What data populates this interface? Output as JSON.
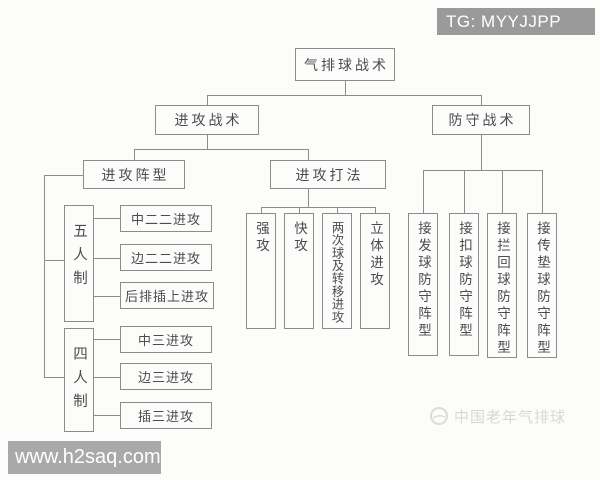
{
  "badge": {
    "label": "TG: MYYJJPP"
  },
  "watermark": {
    "url": "www.h2saq.com"
  },
  "footer_logo": {
    "label": "中国老年气排球"
  },
  "tree": {
    "root": "气排球战术",
    "attack": "进攻战术",
    "defense": "防守战术",
    "formation": "进攻阵型",
    "methods": "进攻打法",
    "five_system": "五人制",
    "four_system": "四人制",
    "five_items": [
      "中二二进攻",
      "边二二进攻",
      "后排插上进攻"
    ],
    "four_items": [
      "中三进攻",
      "边三进攻",
      "插三进攻"
    ],
    "method_items": [
      "强攻",
      "快攻",
      "两次球及转移进攻",
      "立体进攻"
    ],
    "defense_items": [
      "接发球防守阵型",
      "接扣球防守阵型",
      "接拦回球防守阵型",
      "接传垫球防守阵型"
    ]
  },
  "colors": {
    "line": "#8c8c8c",
    "node_text": "#4c4c50",
    "badge_bg": "#9a9a9a",
    "watermark_bg": "#a9a9a9",
    "footer_logo_text": "#d8d8d3",
    "background": "#fcfcfa"
  }
}
